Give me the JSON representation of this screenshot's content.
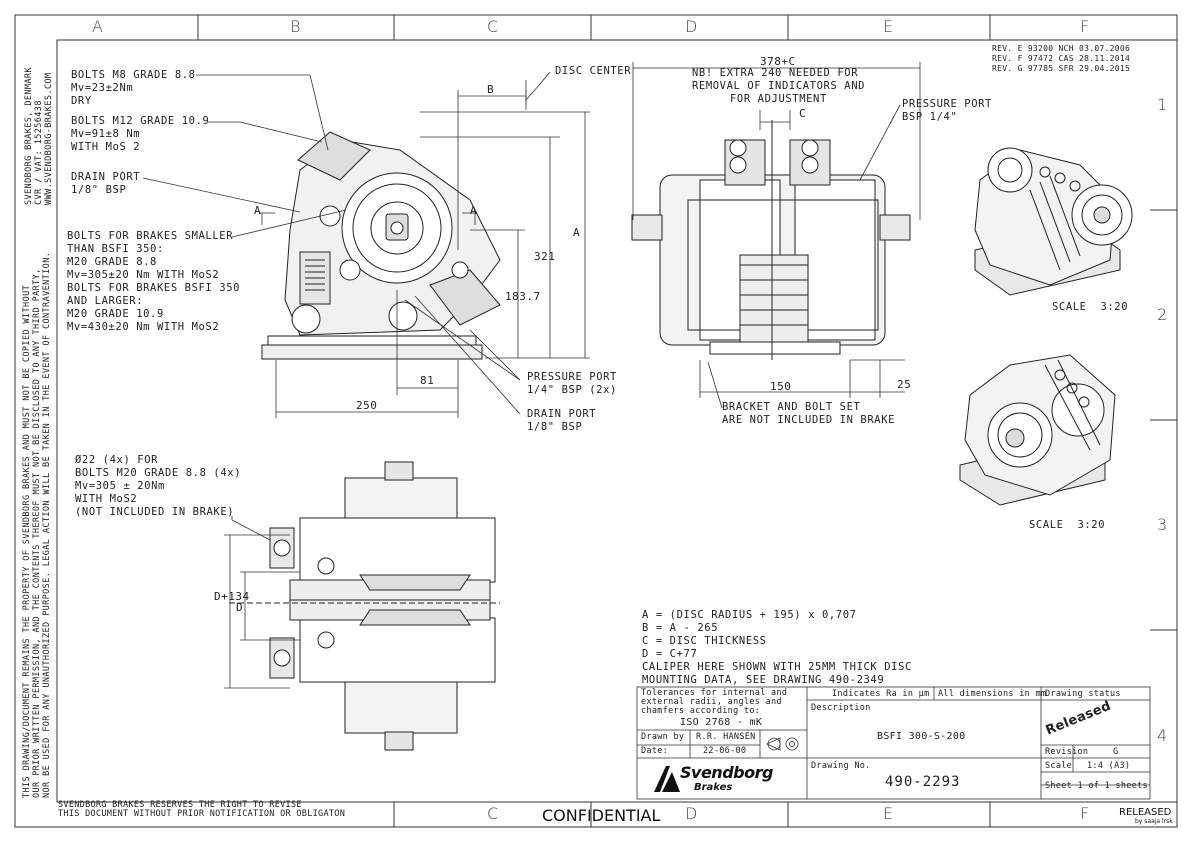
{
  "zones": {
    "top": [
      "A",
      "B",
      "C",
      "D",
      "E",
      "F"
    ],
    "bottom": [
      "C",
      "D",
      "E",
      "F"
    ],
    "right": [
      "1",
      "2",
      "3",
      "4"
    ]
  },
  "revisions": [
    "REV. E 93200 NCH 03.07.2006",
    "REV. F 97472 CAS 28.11.2014",
    "REV. G 97785 SFR 29.04.2015"
  ],
  "company_side": [
    "SVENDBORG BRAKES, DENMARK",
    "CVR / VAT: 15256438",
    "WWW.SVENDBORG-BRAKES.COM"
  ],
  "copyright_side": [
    "THIS DRAWING/DOCUMENT REMAINS THE PROPERTY OF SVENDBORG BRAKES AND MUST NOT BE COPIED WITHOUT",
    "OUR PRIOR WRITTEN PERMISSION, AND THE CONTENTS THEREOF MUST NOT BE DISCLOSED TO ANY THIRD PARTY,",
    "NOR BE USED FOR ANY UNAUTHORIZED PURPOSE. LEGAL ACTION WILL BE TAKEN IN THE EVENT OF CONTRAVENTION."
  ],
  "notes_left": {
    "bolts_m8": [
      "BOLTS M8 GRADE 8.8",
      "Mv=23±2Nm",
      "DRY"
    ],
    "bolts_m12": [
      "BOLTS M12 GRADE 10.9",
      "Mv=91±8 Nm",
      "WITH MoS 2"
    ],
    "drain_port_top": [
      "DRAIN PORT",
      "1/8\" BSP"
    ],
    "bolts_brakes": [
      "BOLTS FOR BRAKES SMALLER",
      "THAN BSFI 350:",
      "M20 GRADE 8.8",
      "Mv=305±20 Nm WITH MoS2",
      "BOLTS FOR BRAKES BSFI 350",
      "AND LARGER:",
      "M20 GRADE 10.9",
      "Mv=430±20 Nm WITH MoS2"
    ],
    "disc_center": "DISC CENTER",
    "pressure_port_2x": [
      "PRESSURE PORT",
      "1/4\" BSP (2x)"
    ],
    "drain_port_bottom": [
      "DRAIN PORT",
      "1/8\" BSP"
    ],
    "holes": [
      "Ø22 (4x) FOR",
      "BOLTS M20 GRADE 8.8 (4x)",
      "Mv=305 ± 20Nm",
      "WITH MoS2",
      "(NOT INCLUDED IN BRAKE)"
    ]
  },
  "notes_center": {
    "dim_top": "378+C",
    "extra": [
      "NB! EXTRA 240 NEEDED FOR",
      "REMOVAL OF INDICATORS AND",
      "FOR ADJUSTMENT"
    ],
    "pressure_port": [
      "PRESSURE PORT",
      "BSP 1/4\""
    ],
    "c_label": "C",
    "dim_150": "150",
    "dim_25": "25",
    "bracket": [
      "BRACKET AND BOLT SET",
      "ARE NOT INCLUDED IN BRAKE"
    ]
  },
  "dimensions": {
    "b": "B",
    "a": "A",
    "d321": "321",
    "d183": "183.7",
    "d81": "81",
    "d250": "250",
    "section_a": "A",
    "d134": "D+134",
    "d": "D"
  },
  "scales": [
    "SCALE  3:20",
    "SCALE  3:20"
  ],
  "formulas": [
    "A = (DISC RADIUS + 195) x 0,707",
    "B = A - 265",
    "C = DISC THICKNESS",
    "D = C+77",
    "CALIPER HERE SHOWN WITH 25MM THICK DISC",
    "MOUNTING DATA, SEE DRAWING 490-2349"
  ],
  "title_block": {
    "tolerances": [
      "Tolerances for internal and",
      "external radii, angles and",
      "chamfers according to:"
    ],
    "iso": "ISO 2768 - mK",
    "ra": "Indicates Ra in µm",
    "all_dims": "All dimensions in mm",
    "drawing_status_label": "Drawing status",
    "released_stamp": "Released",
    "description_label": "Description",
    "description": "BSFI 300-S-200",
    "drawn_by_label": "Drawn by",
    "drawn_by": "R.R. HANSEN",
    "date_label": "Date:",
    "date": "22-06-00",
    "revision_label": "Revision",
    "revision": "G",
    "scale_label": "Scale",
    "scale": "1:4 (A3)",
    "sheet": "Sheet 1 of 1 sheets",
    "drawing_no_label": "Drawing No.",
    "drawing_no": "490-2293",
    "logo_name": "Svendborg",
    "logo_sub": "Brakes"
  },
  "footer": [
    "SVENDBORG BRAKES RESERVES THE RIGHT TO REVISE",
    "THIS DOCUMENT WITHOUT PRIOR NOTIFICATION OR OBLIGATON"
  ],
  "confidential": "CONFIDENTIAL",
  "released_footer": "RELEASED",
  "released_by": "by saaja lrsk"
}
